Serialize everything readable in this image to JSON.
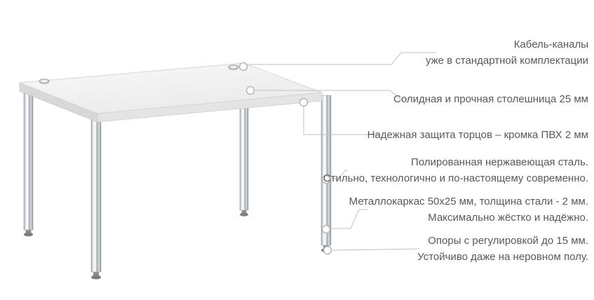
{
  "callouts": [
    {
      "id": "cable-channels",
      "lines": [
        "Кабель-каналы",
        "уже в стандартной комплектации"
      ]
    },
    {
      "id": "tabletop",
      "lines": [
        "Солидная и прочная столешница 25 мм"
      ]
    },
    {
      "id": "pvc-edge",
      "lines": [
        "Надежная защита торцов – кромка ПВХ 2 мм"
      ]
    },
    {
      "id": "stainless-steel",
      "lines": [
        "Полированная нержавеющая сталь.",
        "Стильно, технологично и по-настоящему современно."
      ]
    },
    {
      "id": "metal-frame",
      "lines": [
        "Металлокаркас 50х25 мм, толщина стали - 2 мм.",
        "Максимально жёстко и надёжно."
      ]
    },
    {
      "id": "adjustable-feet",
      "lines": [
        "Опоры с регулировкой до 15 мм.",
        "Устойчиво даже на неровном полу."
      ]
    }
  ],
  "colors": {
    "text": "#595959",
    "leader_line": "#c2c2c2",
    "tabletop": "#f2f2f2",
    "background": "#ffffff"
  }
}
